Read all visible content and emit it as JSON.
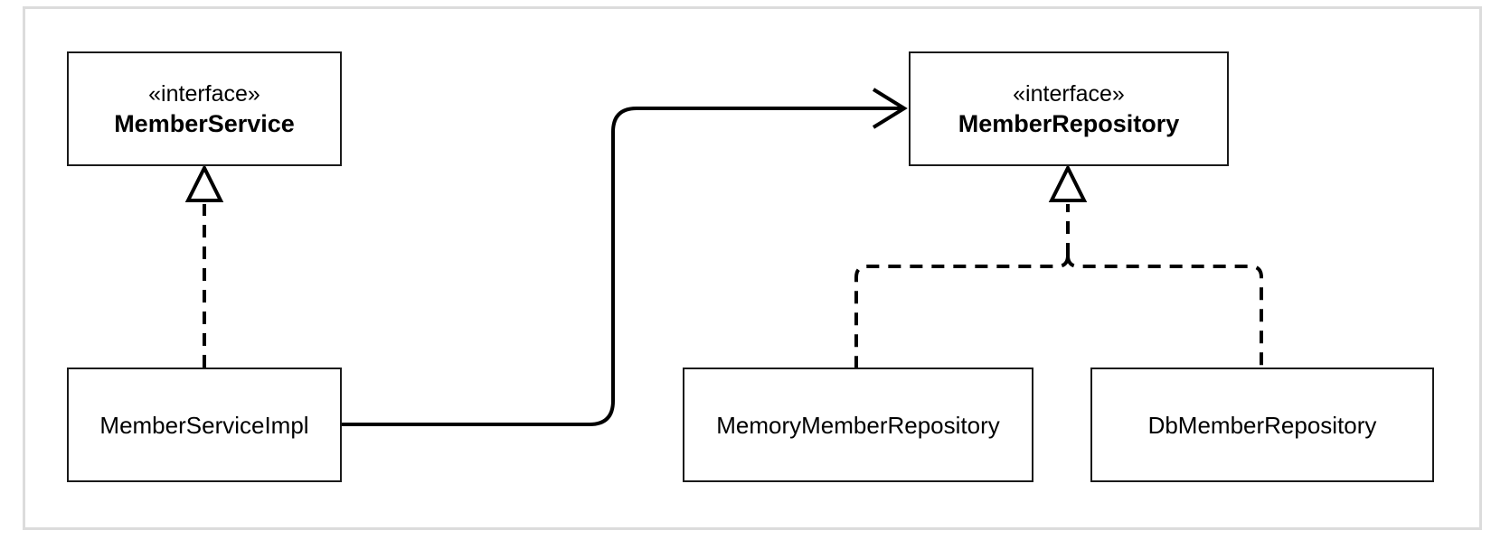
{
  "diagram": {
    "nodes": {
      "member_service": {
        "stereotype": "«interface»",
        "name": "MemberService"
      },
      "member_repository": {
        "stereotype": "«interface»",
        "name": "MemberRepository"
      },
      "member_service_impl": {
        "name": "MemberServiceImpl"
      },
      "memory_member_repository": {
        "name": "MemoryMemberRepository"
      },
      "db_member_repository": {
        "name": "DbMemberRepository"
      }
    },
    "edges": [
      {
        "from": "MemberServiceImpl",
        "to": "MemberService",
        "type": "realization"
      },
      {
        "from": "MemberServiceImpl",
        "to": "MemberRepository",
        "type": "association"
      },
      {
        "from": "MemoryMemberRepository",
        "to": "MemberRepository",
        "type": "realization"
      },
      {
        "from": "DbMemberRepository",
        "to": "MemberRepository",
        "type": "realization"
      }
    ]
  }
}
